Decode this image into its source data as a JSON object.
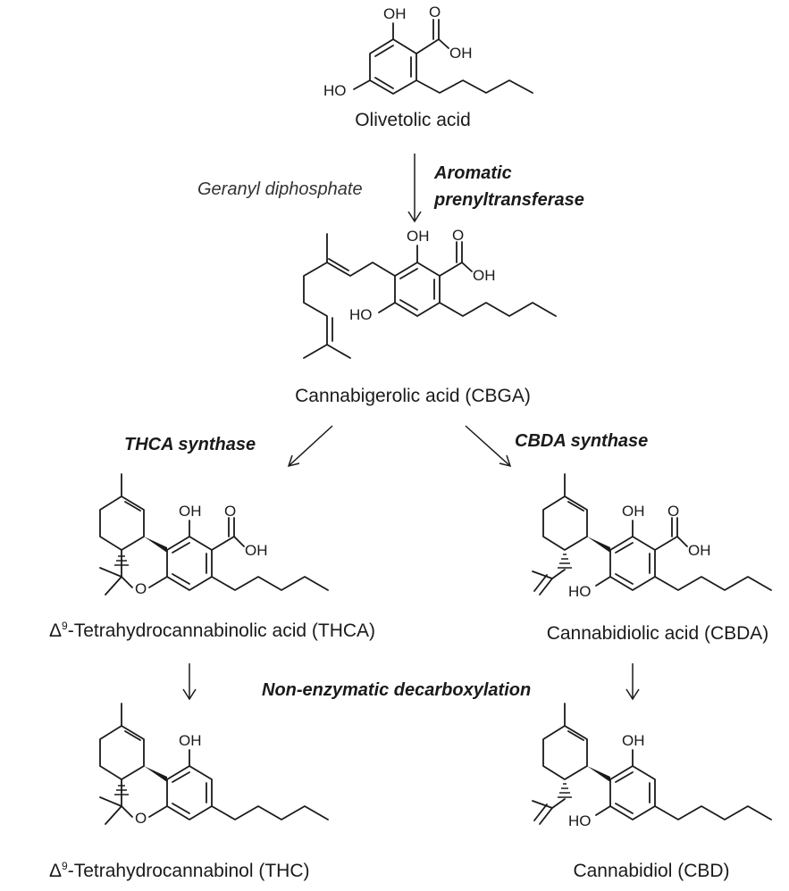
{
  "compounds": {
    "olivetolic_acid": "Olivetolic acid",
    "cbga": "Cannabigerolic acid (CBGA)",
    "thca_prefix": "Δ",
    "thca_sup": "9",
    "thca_rest": "-Tetrahydrocannabinolic acid (THCA)",
    "cbda": "Cannabidiolic acid (CBDA)",
    "thc_prefix": "Δ",
    "thc_sup": "9",
    "thc_rest": "-Tetrahydrocannabinol (THC)",
    "cbd": "Cannabidiol (CBD)"
  },
  "steps": {
    "cosubstrate": "Geranyl diphosphate",
    "enzyme_1_line1": "Aromatic",
    "enzyme_1_line2": "prenyltransferase",
    "enzyme_thca": "THCA synthase",
    "enzyme_cbda": "CBDA synthase",
    "decarboxylation": "Non-enzymatic decarboxylation"
  },
  "atoms": {
    "oh": "OH",
    "ho": "HO",
    "o": "O"
  }
}
